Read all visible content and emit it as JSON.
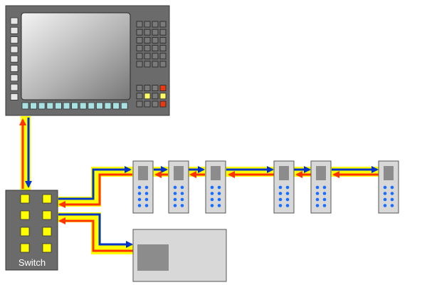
{
  "switch": {
    "label": "Switch"
  },
  "colors": {
    "cable_glow": "#ffff00",
    "cable_blue": "#0033cc",
    "cable_red": "#ff3300",
    "panel_body": "#6b6b6b",
    "screen_light": "#f0f0f0",
    "screen_dark": "#7a7a7a",
    "module_body": "#d8d8d8",
    "module_window": "#8c8c8c",
    "module_dot": "#1a6cff",
    "switch_port": "#ffff00",
    "key_red": "#e83a10",
    "key_yellow": "#ffff66"
  },
  "counts": {
    "io_modules": 6,
    "switch_ports": 8
  }
}
